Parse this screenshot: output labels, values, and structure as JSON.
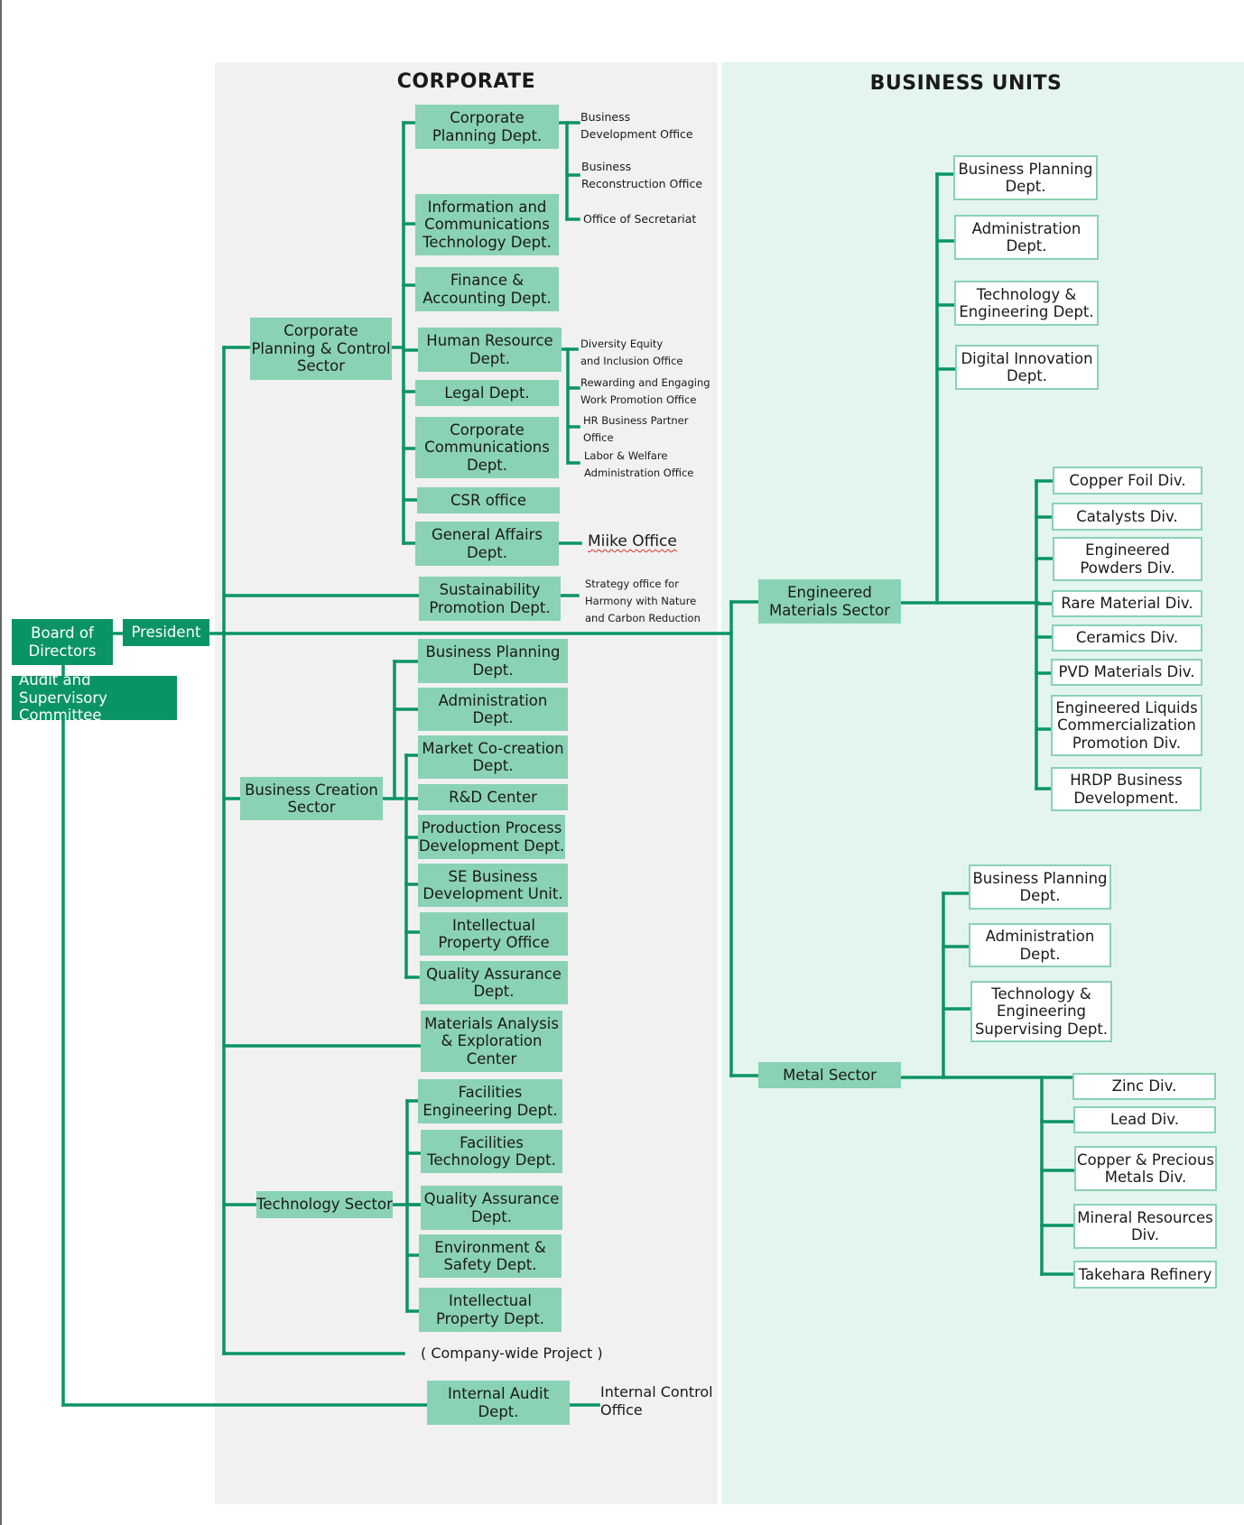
{
  "headings": {
    "corporate": "CORPORATE",
    "business_units": "BUSINESS UNITS"
  },
  "colors": {
    "line": "#0a9466",
    "dark_box": "#0a9466",
    "mid_box": "#8ad2b4",
    "corporate_bg": "#f1f1f1",
    "business_bg": "#e3f5ee"
  },
  "top": {
    "board": "Board of\nDirectors",
    "president": "President",
    "audit_committee": "Audit and Supervisory\nCommittee"
  },
  "corporate": {
    "planning_control_sector": "Corporate\nPlanning & Control\nSector",
    "planning_control_depts": [
      "Corporate\nPlanning Dept.",
      "Information and\nCommunications\nTechnology Dept.",
      "Finance &\nAccounting Dept.",
      "Human Resource\nDept.",
      "Legal Dept.",
      "Corporate\nCommunications\nDept.",
      "CSR office",
      "General Affairs\nDept."
    ],
    "corporate_planning_offices": [
      "Business\nDevelopment Office",
      "Business\nReconstruction Office",
      "Office of Secretariat"
    ],
    "hr_offices": [
      "Diversity Equity\nand Inclusion Office",
      "Rewarding and Engaging\nWork Promotion Office",
      "HR Business Partner\nOffice",
      "Labor & Welfare\nAdministration Office"
    ],
    "general_affairs_office": "Miike Office",
    "sustainability_dept": "Sustainability\nPromotion Dept.",
    "sustainability_office": "Strategy office for\nHarmony with Nature\nand Carbon Reduction",
    "business_creation_sector": "Business Creation\nSector",
    "business_creation_depts": [
      "Business Planning\nDept.",
      "Administration\nDept.",
      "Market Co-creation\nDept.",
      "R&D Center",
      "Production Process\nDevelopment Dept.",
      "SE Business\nDevelopment Unit.",
      "Intellectual\nProperty Office",
      "Quality Assurance\nDept."
    ],
    "materials_center": "Materials Analysis\n& Exploration\nCenter",
    "technology_sector": "Technology Sector",
    "technology_depts": [
      "Facilities\nEngineering Dept.",
      "Facilities\nTechnology Dept.",
      "Quality Assurance\nDept.",
      "Environment &\nSafety Dept.",
      "Intellectual\nProperty Dept."
    ],
    "company_wide_project": "( Company-wide Project )",
    "internal_audit": "Internal Audit\nDept.",
    "internal_control": "Internal Control\nOffice"
  },
  "business_units": {
    "engineered_materials_sector": "Engineered\nMaterials Sector",
    "em_depts": [
      "Business Planning\nDept.",
      "Administration\nDept.",
      "Technology &\nEngineering Dept.",
      "Digital Innovation\nDept."
    ],
    "em_divisions": [
      "Copper Foil Div.",
      "Catalysts Div.",
      "Engineered\nPowders Div.",
      "Rare Material Div.",
      "Ceramics Div.",
      "PVD Materials Div.",
      "Engineered Liquids\nCommercialization\nPromotion Div.",
      "HRDP Business\nDevelopment."
    ],
    "metal_sector": "Metal Sector",
    "metal_depts": [
      "Business Planning\nDept.",
      "Administration\nDept.",
      "Technology &\nEngineering\nSupervising Dept."
    ],
    "metal_divisions": [
      "Zinc Div.",
      "Lead Div.",
      "Copper & Precious\nMetals Div.",
      "Mineral Resources\nDiv.",
      "Takehara Refinery"
    ]
  }
}
